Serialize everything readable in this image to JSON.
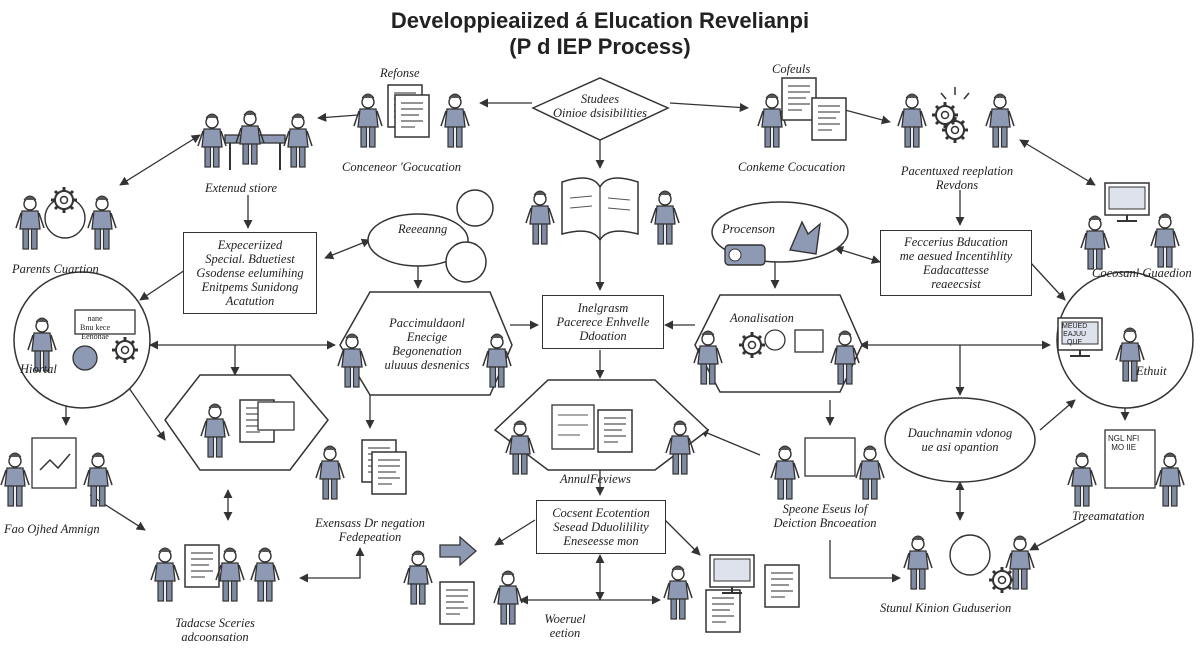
{
  "title": {
    "line1": "Developpieaiized á Elucation Revelianpi",
    "line2": "(P d IEP Process)"
  },
  "nodes": {
    "refonse": "Refonse",
    "conceneor": "Conceneor 'Gocucation",
    "studees": [
      "Studees",
      "Oinioe dsisibilities"
    ],
    "cofeuls": "Cofeuls",
    "conkeme": "Conkeme Cocucation",
    "extenud": "Extenud stiore",
    "parents": "Parents Cuartion",
    "reeeanng": "Reeeanng",
    "speceried": [
      "Expeceriized",
      "Special. Bduetiest",
      "Gsodense eelumihing",
      "Enitpems Sunidong",
      "Acatution"
    ],
    "paccomu": [
      "Paccimuldaonl",
      "Enecige",
      "Begonenation",
      "uluuus desnenics"
    ],
    "intregrasm": [
      "Inelgrasm",
      "Pacerece Enhvelle",
      "Ddoation"
    ],
    "procenson": "Procenson",
    "pacentuxed": [
      "Pacentuxed reeplation",
      "Revdons"
    ],
    "fecerius": [
      "Feccerius Bducation",
      "me aesued Incentihlity",
      "Eadacattesse",
      "reaeecsist"
    ],
    "cocosaml": "Cocosanl Guaedion",
    "hiortal": "Hiortal",
    "ethua": "Ethuit",
    "acinalisation": "Aonalisation",
    "annual": "AnnulFeviews",
    "dauchasin": [
      "Dauchnamin vdonog",
      "ue asi opantion"
    ],
    "farobed": "Fao Ojhed Amnign",
    "trevaation": "Treeamatation",
    "extenne": [
      "Exensass Dr negation",
      "Fedepeation"
    ],
    "spenne": [
      "Speone Eseus lof",
      "Deiction Bncoeation"
    ],
    "cocsent": [
      "Cocsent Ecotention",
      "Sesead Dduolilility",
      "Eneseesse mon"
    ],
    "tadnese": [
      "Tadacse Sceries",
      "adcoonsation"
    ],
    "stunul": "Stunul Kinion Guduserion",
    "woeruel": [
      "Woeruel",
      "eetion"
    ],
    "panel_text": [
      "nane",
      "Bnu kece",
      "Eenonae"
    ],
    "screen_text": [
      "MEUED",
      "EAJUU",
      "QUE"
    ],
    "sign_text": [
      "NGL NFI",
      "MO IIE"
    ]
  },
  "colors": {
    "line": "#333333",
    "figure_fill": "#8e9ab3",
    "skin": "#ffffff"
  }
}
